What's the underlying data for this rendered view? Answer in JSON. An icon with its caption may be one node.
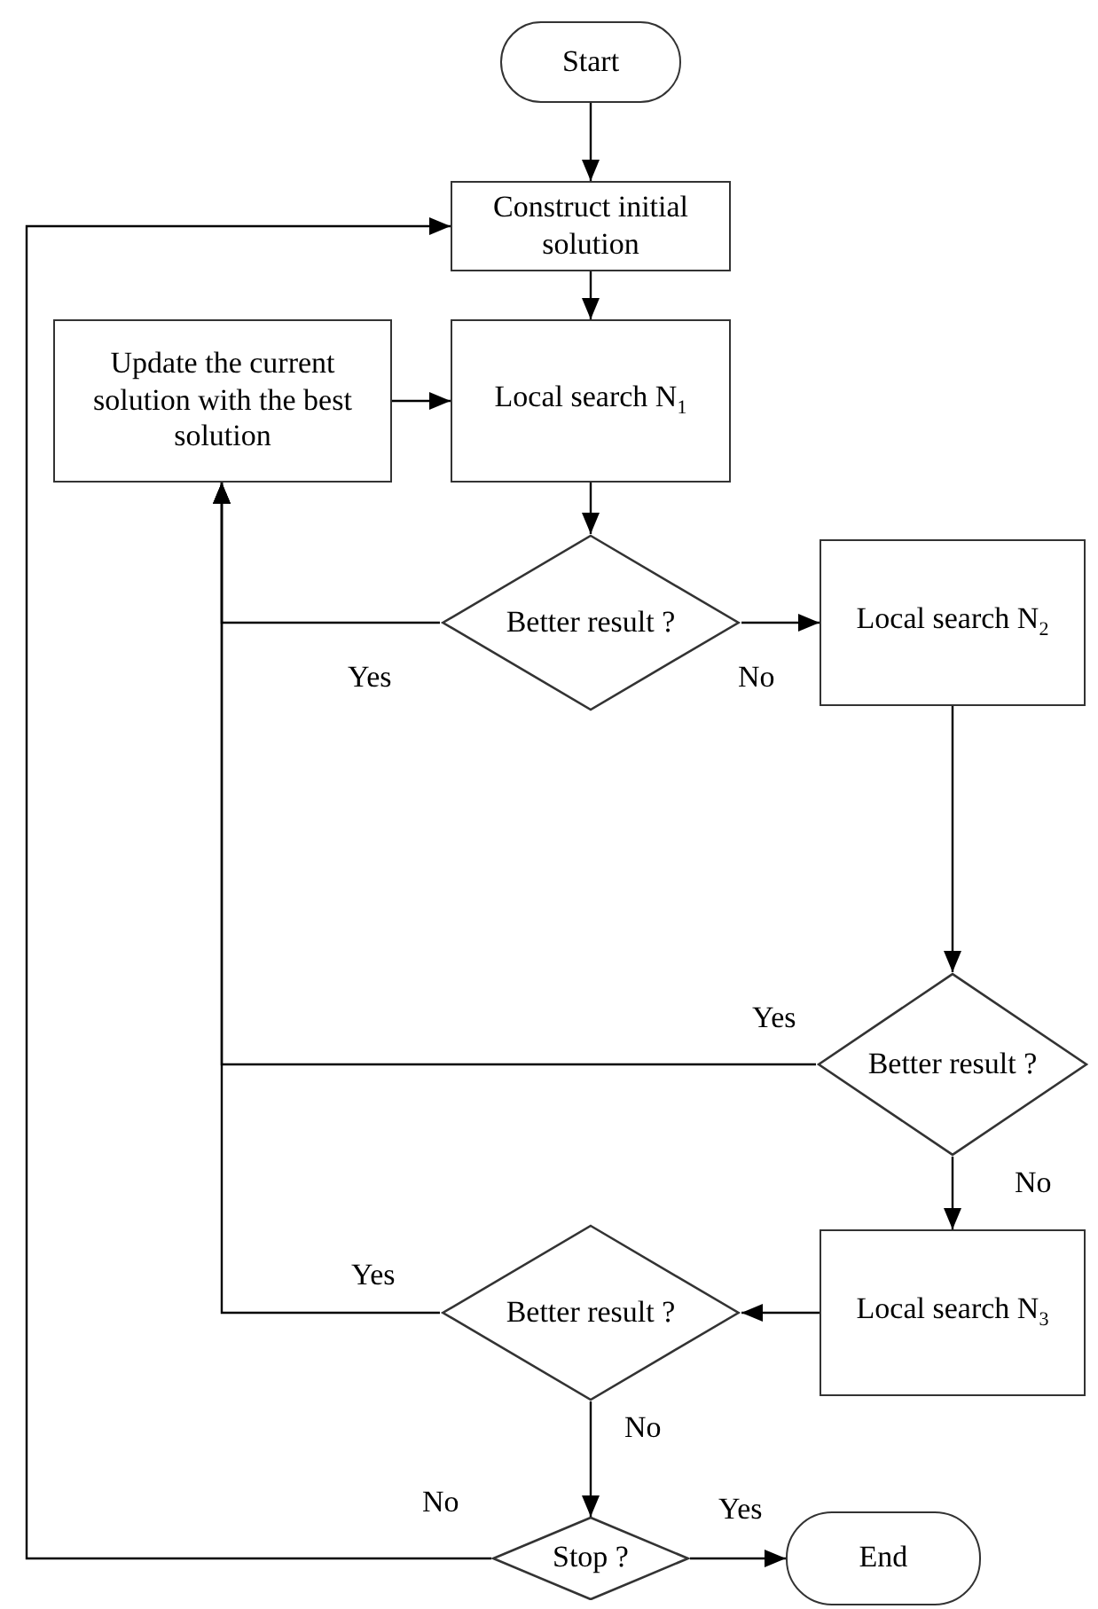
{
  "diagram": {
    "nodes": [
      {
        "text": [
          "Start"
        ]
      },
      {
        "text": [
          "Construct initial solution"
        ]
      },
      {
        "text": [
          "Local search N$_{1}$"
        ]
      },
      {
        "text": [
          "Update the current solution with the best solution"
        ]
      },
      {
        "text": [
          "Better result ?"
        ]
      },
      {
        "text": [
          "Local search N$_{2}$"
        ]
      },
      {
        "text": [
          "Better result ?"
        ]
      },
      {
        "text": [
          "Local search N$_{3}$"
        ]
      },
      {
        "text": [
          "Better result ?"
        ]
      },
      {
        "text": [
          "Stop ?"
        ]
      },
      {
        "text": [
          "End"
        ]
      }
    ],
    "edges": [
      {
        "from": 0,
        "to": 1,
        "arrow": "to"
      },
      {
        "from": 1,
        "to": 2,
        "arrow": "to"
      },
      {
        "from": 3,
        "to": 2,
        "arrow": "to"
      },
      {
        "from": 2,
        "to": 4,
        "arrow": "to"
      },
      {
        "from": 4,
        "to": 3,
        "arrow": "to",
        "label": "Yes"
      },
      {
        "from": 4,
        "to": 5,
        "arrow": "to",
        "label": "No"
      },
      {
        "from": 5,
        "to": 6,
        "arrow": "to"
      },
      {
        "from": 6,
        "to": 3,
        "arrow": "to",
        "label": "Yes"
      },
      {
        "from": 6,
        "to": 7,
        "arrow": "to",
        "label": "No"
      },
      {
        "from": 7,
        "to": 8,
        "arrow": "to"
      },
      {
        "from": 8,
        "to": 3,
        "arrow": "to",
        "label": "Yes"
      },
      {
        "from": 8,
        "to": 9,
        "arrow": "to",
        "label": "No"
      },
      {
        "from": 9,
        "to": 1,
        "arrow": "to",
        "label": "No"
      },
      {
        "from": 9,
        "to": 10,
        "arrow": "to",
        "label": "Yes"
      }
    ]
  }
}
